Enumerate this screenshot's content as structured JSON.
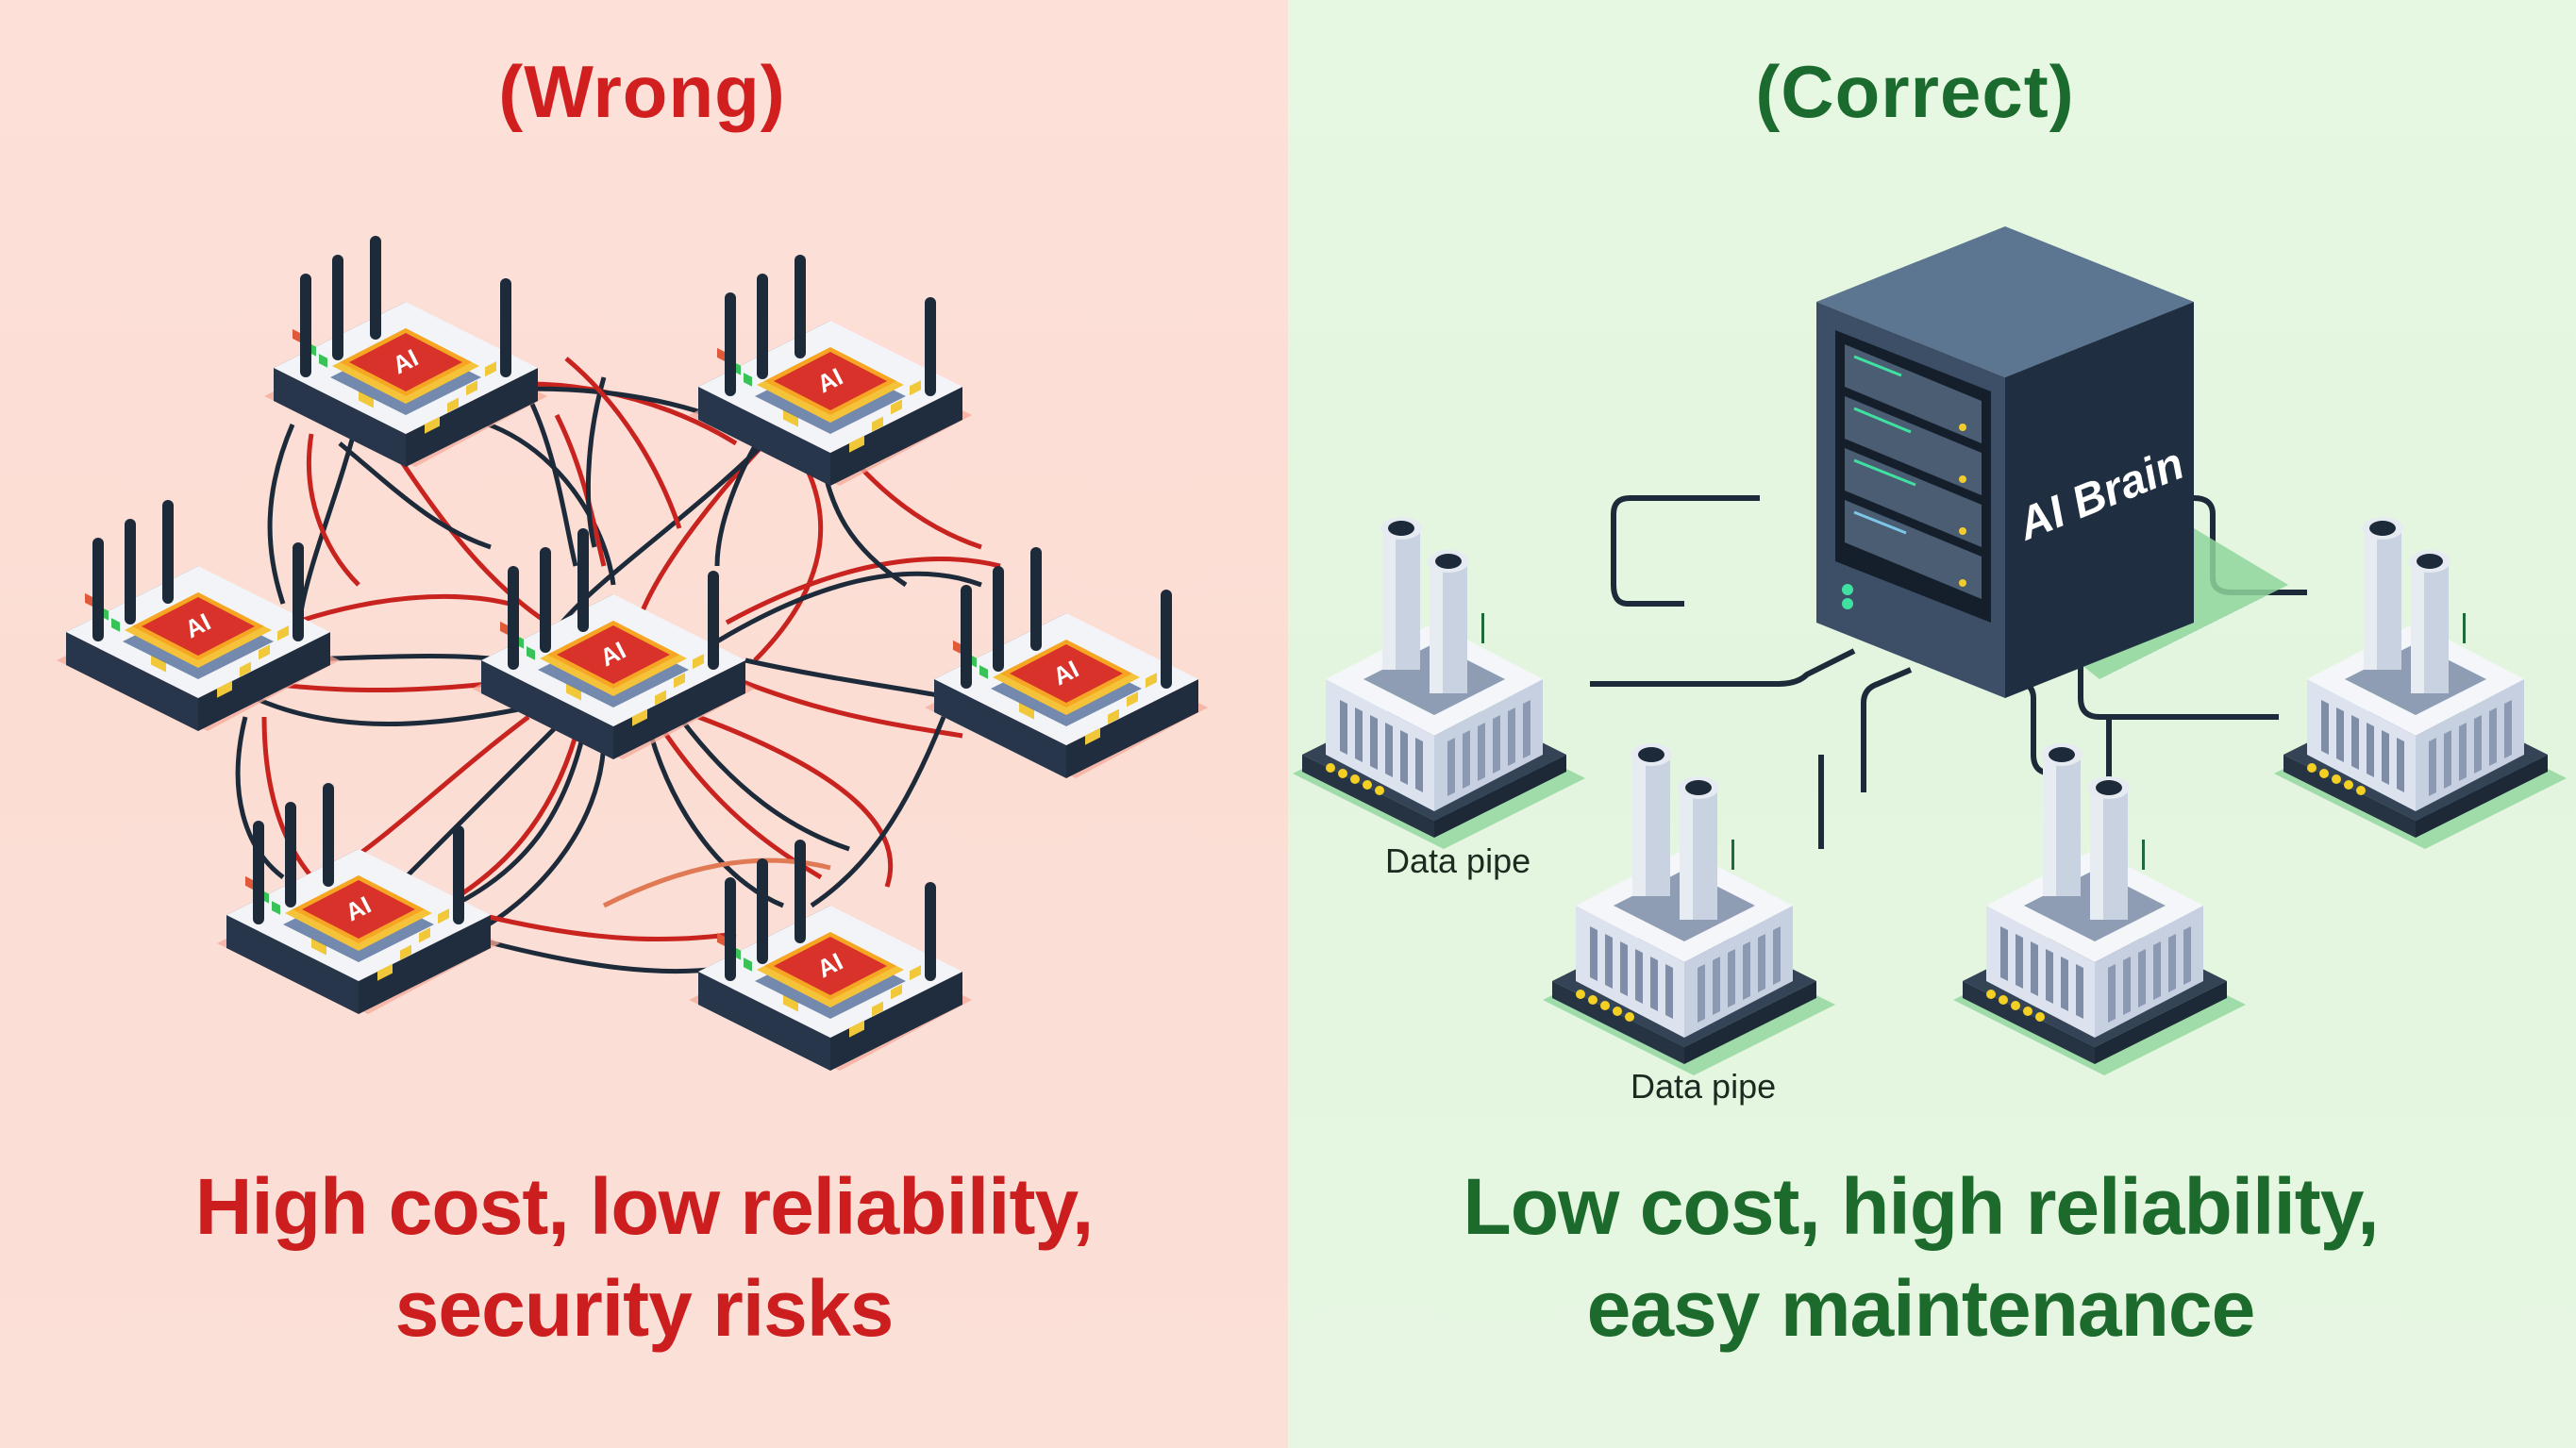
{
  "left": {
    "heading": "(Wrong)",
    "caption_lines": [
      "High cost, low reliability,",
      "security risks"
    ],
    "node_chip_label": "AI",
    "node_count": 7,
    "accent_color": "#d11f1f",
    "background_color": "#fbddd4"
  },
  "right": {
    "heading": "(Correct)",
    "caption_lines": [
      "Low cost, high reliability,",
      "easy maintenance"
    ],
    "server_label": "AI Brain",
    "factory_count": 4,
    "pipe_labels": [
      "Data pipe",
      "Data pipe"
    ],
    "accent_color": "#1b6a2e",
    "background_color": "#e3f5df"
  }
}
